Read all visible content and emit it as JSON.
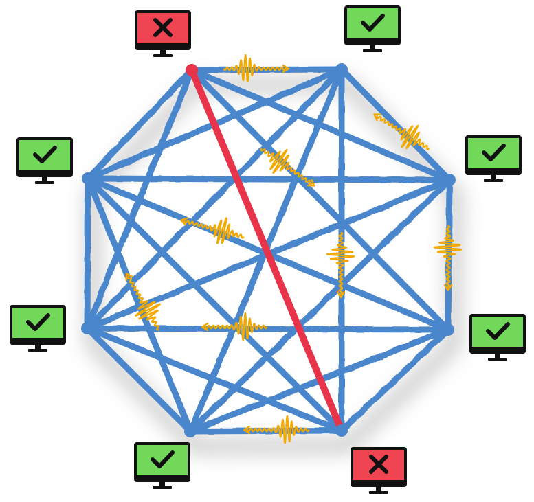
{
  "colors": {
    "link": "#4a86cc",
    "faulty_link": "#e8344a",
    "photon": "#f2a900",
    "ok_screen": "#72d85a",
    "fault_screen": "#ef4452",
    "monitor_frame": "#111111",
    "shadow": "#8a8a8a"
  },
  "nodes": [
    {
      "id": "n1",
      "status": "faulty",
      "icon": "cross-icon"
    },
    {
      "id": "n2",
      "status": "ok",
      "icon": "checkmark-icon"
    },
    {
      "id": "n3",
      "status": "ok",
      "icon": "checkmark-icon"
    },
    {
      "id": "n4",
      "status": "ok",
      "icon": "checkmark-icon"
    },
    {
      "id": "n5",
      "status": "faulty",
      "icon": "cross-icon"
    },
    {
      "id": "n6",
      "status": "ok",
      "icon": "checkmark-icon"
    },
    {
      "id": "n7",
      "status": "ok",
      "icon": "checkmark-icon"
    },
    {
      "id": "n8",
      "status": "ok",
      "icon": "checkmark-icon"
    }
  ],
  "links": [
    {
      "from": "n1",
      "to": "n2"
    },
    {
      "from": "n2",
      "to": "n3"
    },
    {
      "from": "n3",
      "to": "n4"
    },
    {
      "from": "n4",
      "to": "n5"
    },
    {
      "from": "n5",
      "to": "n6"
    },
    {
      "from": "n6",
      "to": "n7"
    },
    {
      "from": "n7",
      "to": "n8"
    },
    {
      "from": "n8",
      "to": "n1"
    },
    {
      "from": "n1",
      "to": "n3"
    },
    {
      "from": "n1",
      "to": "n4"
    },
    {
      "from": "n1",
      "to": "n7"
    },
    {
      "from": "n2",
      "to": "n8"
    },
    {
      "from": "n2",
      "to": "n7"
    },
    {
      "from": "n2",
      "to": "n6"
    },
    {
      "from": "n2",
      "to": "n5"
    },
    {
      "from": "n3",
      "to": "n8"
    },
    {
      "from": "n3",
      "to": "n7"
    },
    {
      "from": "n3",
      "to": "n6"
    },
    {
      "from": "n4",
      "to": "n8"
    },
    {
      "from": "n4",
      "to": "n7"
    },
    {
      "from": "n4",
      "to": "n6"
    },
    {
      "from": "n5",
      "to": "n7"
    },
    {
      "from": "n5",
      "to": "n8"
    },
    {
      "from": "n6",
      "to": "n8"
    },
    {
      "from": "n1",
      "to": "n5",
      "faulty": true
    }
  ],
  "photon_pulses": [
    {
      "link": "n1-n2"
    },
    {
      "link": "n2-n3"
    },
    {
      "link": "n1-n4"
    },
    {
      "link": "n3-n4"
    },
    {
      "link": "n3-n7"
    },
    {
      "link": "n3-n8"
    },
    {
      "link": "n4-n7"
    },
    {
      "link": "n4-n6"
    },
    {
      "link": "n5-n6"
    },
    {
      "link": "n1-n7"
    }
  ]
}
